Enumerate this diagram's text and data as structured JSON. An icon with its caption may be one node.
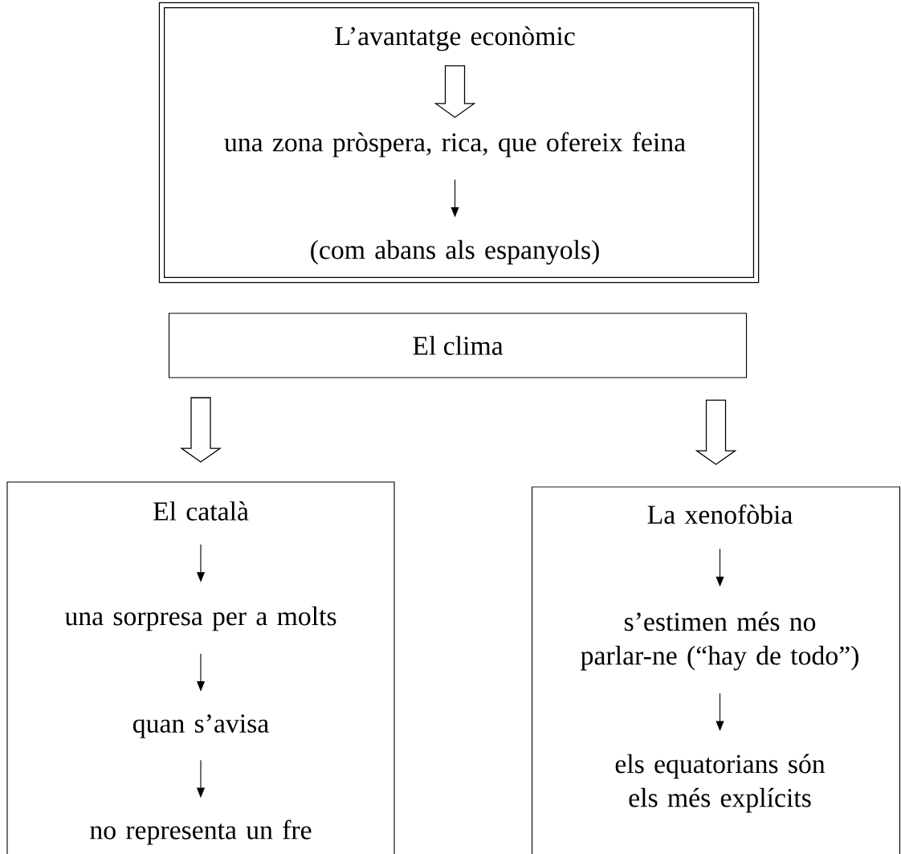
{
  "diagram": {
    "nodes": [
      {
        "text": [],
        "shape": "box"
      },
      {
        "text": [
          "L’avantatge econòmic"
        ],
        "in": 0
      },
      {
        "text": [
          "una zona pròspera, rica, que ofereix feina"
        ],
        "in": 0
      },
      {
        "text": [
          "(com abans als espanyols)"
        ],
        "in": 0
      },
      {
        "text": [
          "El clima"
        ]
      },
      {
        "text": [],
        "shape": "box"
      },
      {
        "text": [
          "El català"
        ],
        "in": 5
      },
      {
        "text": [
          "una sorpresa per a molts"
        ],
        "in": 5
      },
      {
        "text": [
          "quan s’avisa"
        ],
        "in": 5
      },
      {
        "text": [
          "no representa un fre"
        ],
        "in": 5
      },
      {
        "text": [],
        "shape": "box"
      },
      {
        "text": [
          "La xenofòbia"
        ],
        "in": 10
      },
      {
        "text": [
          "s’estimen més no parlar-ne (“hay de todo”)"
        ],
        "in": 10
      },
      {
        "text": [
          "els equatorians són els més explícits"
        ],
        "in": 10
      }
    ],
    "edges": [
      {
        "from": 1,
        "to": 2,
        "arrow": "to",
        "style": "thick"
      },
      {
        "from": 2,
        "to": 3,
        "arrow": "to"
      },
      {
        "from": 4,
        "to": 5,
        "arrow": "to",
        "style": "thick"
      },
      {
        "from": 4,
        "to": 10,
        "arrow": "to",
        "style": "thick"
      },
      {
        "from": 6,
        "to": 7,
        "arrow": "to"
      },
      {
        "from": 7,
        "to": 8,
        "arrow": "to"
      },
      {
        "from": 8,
        "to": 9,
        "arrow": "to"
      },
      {
        "from": 11,
        "to": 12,
        "arrow": "to"
      },
      {
        "from": 12,
        "to": 13,
        "arrow": "to"
      }
    ]
  }
}
